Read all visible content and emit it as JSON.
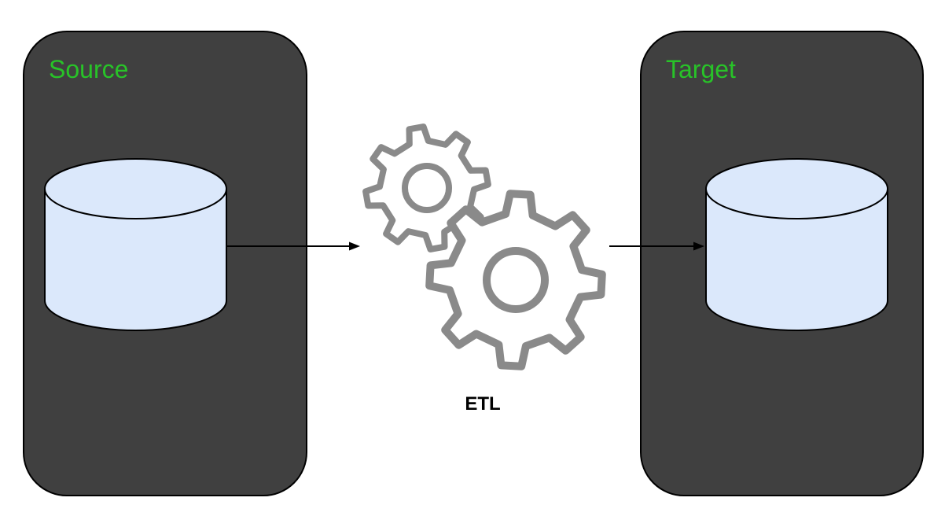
{
  "diagram": {
    "source_container": {
      "label": "Source"
    },
    "target_container": {
      "label": "Target"
    },
    "process": {
      "label": "ETL"
    },
    "icons": {
      "source_database": "database-cylinder-icon",
      "target_database": "database-cylinder-icon",
      "process_icon": "gears-icon",
      "flow_arrows": "right-arrow-icon"
    },
    "colors": {
      "background": "#ffffff",
      "container_fill": "#404040",
      "container_stroke": "#000000",
      "label_green": "#28c328",
      "database_fill": "#dbe8fb",
      "database_stroke": "#000000",
      "gear_gray": "#8a8a8a",
      "arrow_color": "#000000",
      "etl_label_color": "#000000"
    }
  }
}
